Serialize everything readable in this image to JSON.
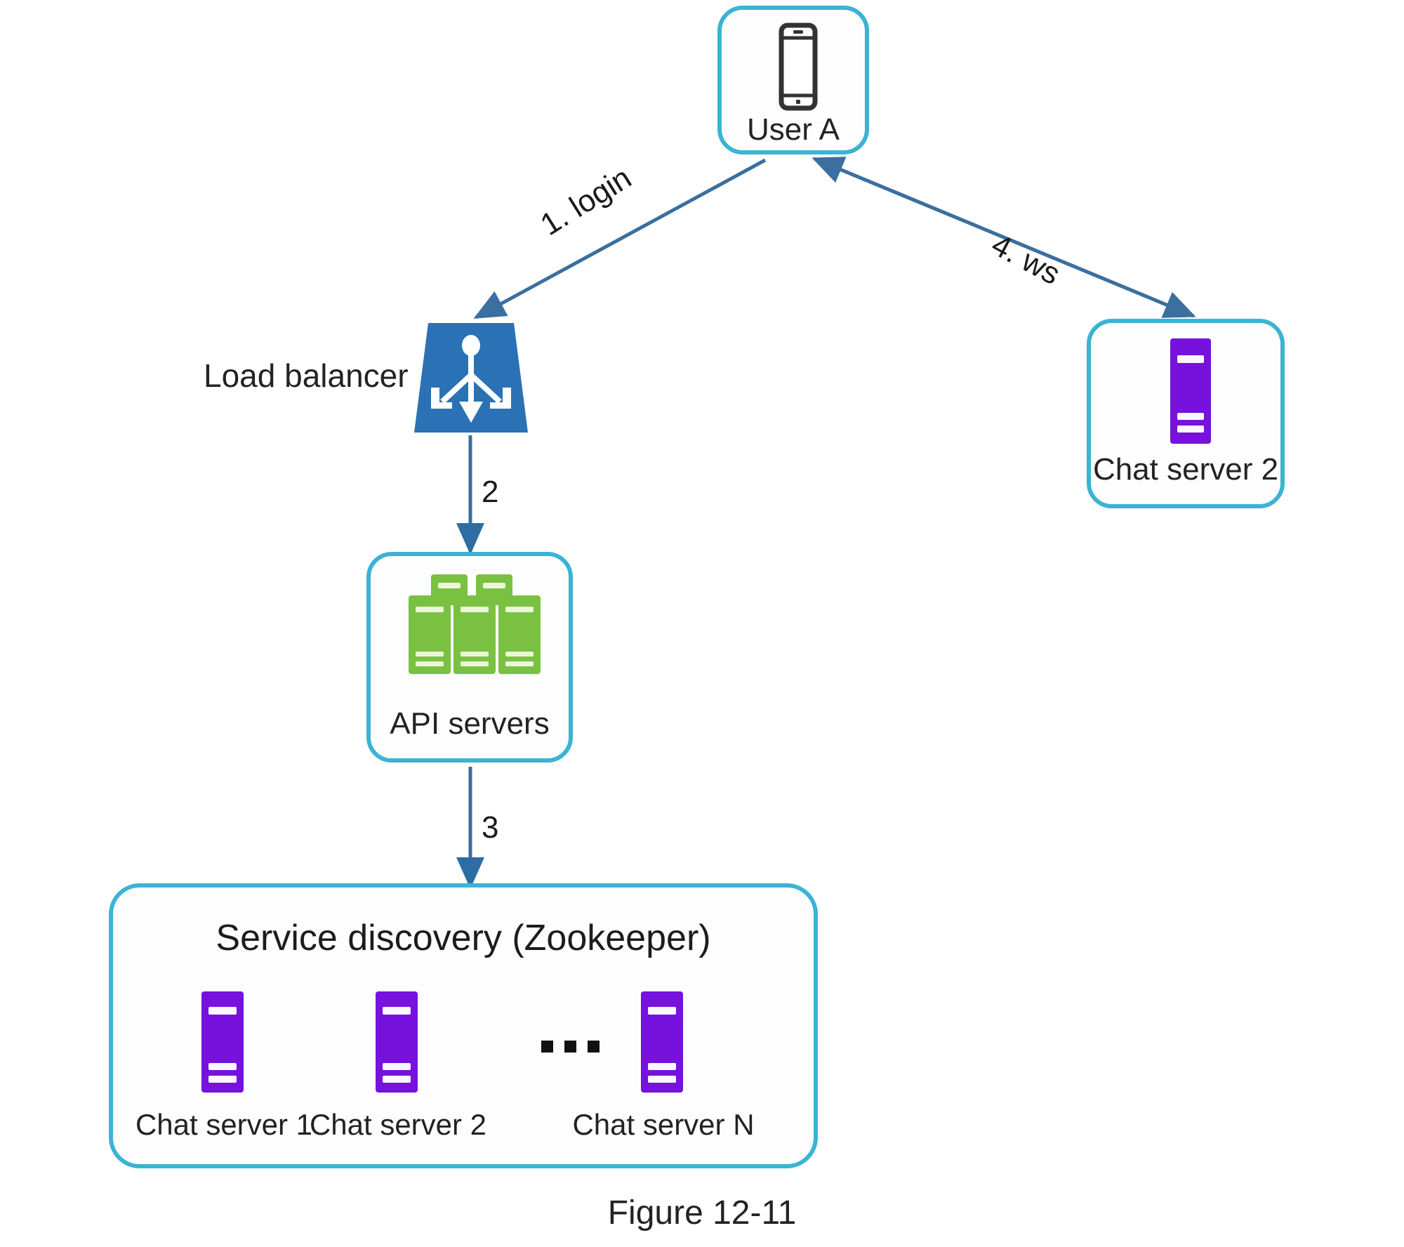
{
  "figure": {
    "caption": "Figure 12-11"
  },
  "colors": {
    "node_border": "#3bb3d4",
    "load_balancer": "#2a72b5",
    "api_server_green": "#7ac142",
    "chat_server_purple": "#7711dd",
    "arrow": "#3a6f9f",
    "text": "#232323"
  },
  "nodes": {
    "user_a": {
      "label": "User A",
      "icon": "smartphone-icon"
    },
    "load_balancer": {
      "label": "Load balancer",
      "icon": "load-balancer-distribute-icon"
    },
    "api_servers": {
      "label": "API servers",
      "icon": "server-stack-icon"
    },
    "chat_server_2": {
      "label": "Chat server 2",
      "icon": "server-icon"
    },
    "service_discovery": {
      "title": "Service discovery (Zookeeper)",
      "ellipsis": "...",
      "servers": [
        {
          "label": "Chat server 1",
          "icon": "server-icon"
        },
        {
          "label": "Chat server 2",
          "icon": "server-icon"
        },
        {
          "label": "Chat server N",
          "icon": "server-icon"
        }
      ]
    }
  },
  "edges": [
    {
      "id": "login",
      "label": "1. login",
      "from": "user_a",
      "to": "load_balancer"
    },
    {
      "id": "lb-to-api",
      "label": "2",
      "from": "load_balancer",
      "to": "api_servers"
    },
    {
      "id": "api-to-zk",
      "label": "3",
      "from": "api_servers",
      "to": "service_discovery"
    },
    {
      "id": "ws",
      "label": "4. ws",
      "from": "user_a",
      "to": "chat_server_2"
    }
  ]
}
